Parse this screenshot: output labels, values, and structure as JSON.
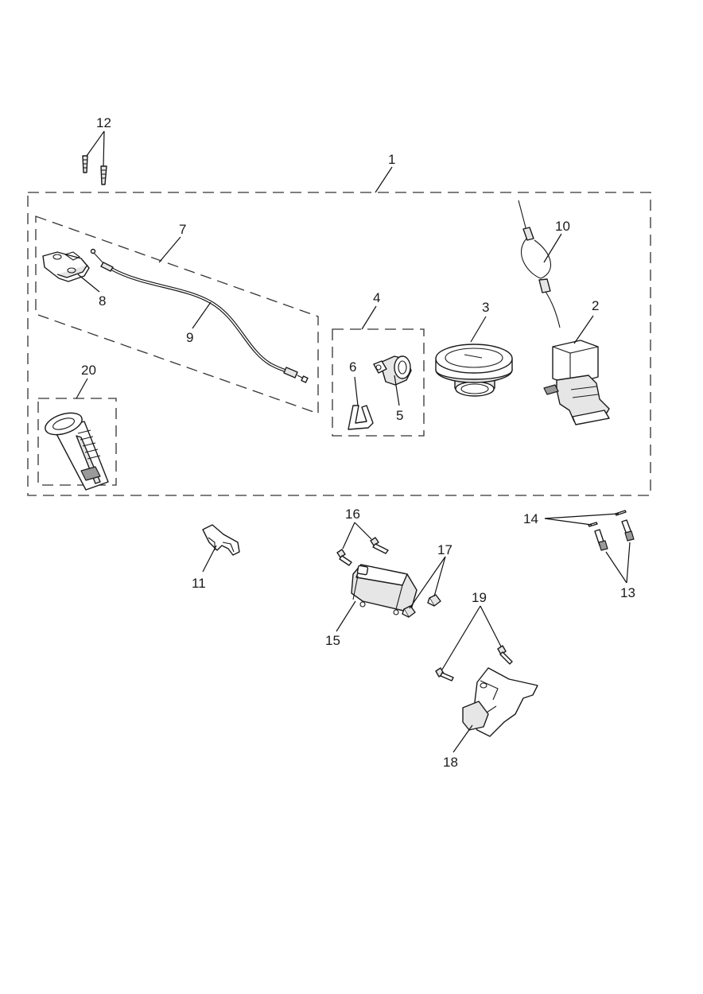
{
  "callouts": {
    "c1": "1",
    "c2": "2",
    "c3": "3",
    "c4": "4",
    "c5": "5",
    "c6": "6",
    "c7": "7",
    "c8": "8",
    "c9": "9",
    "c10": "10",
    "c11": "11",
    "c12": "12",
    "c13": "13",
    "c14": "14",
    "c15": "15",
    "c16": "16",
    "c17": "17",
    "c18": "18",
    "c19": "19",
    "c20": "20"
  },
  "colors": {
    "line": "#1a1a1a",
    "shade": "#e6e6e6",
    "dark": "#9a9a9a"
  }
}
